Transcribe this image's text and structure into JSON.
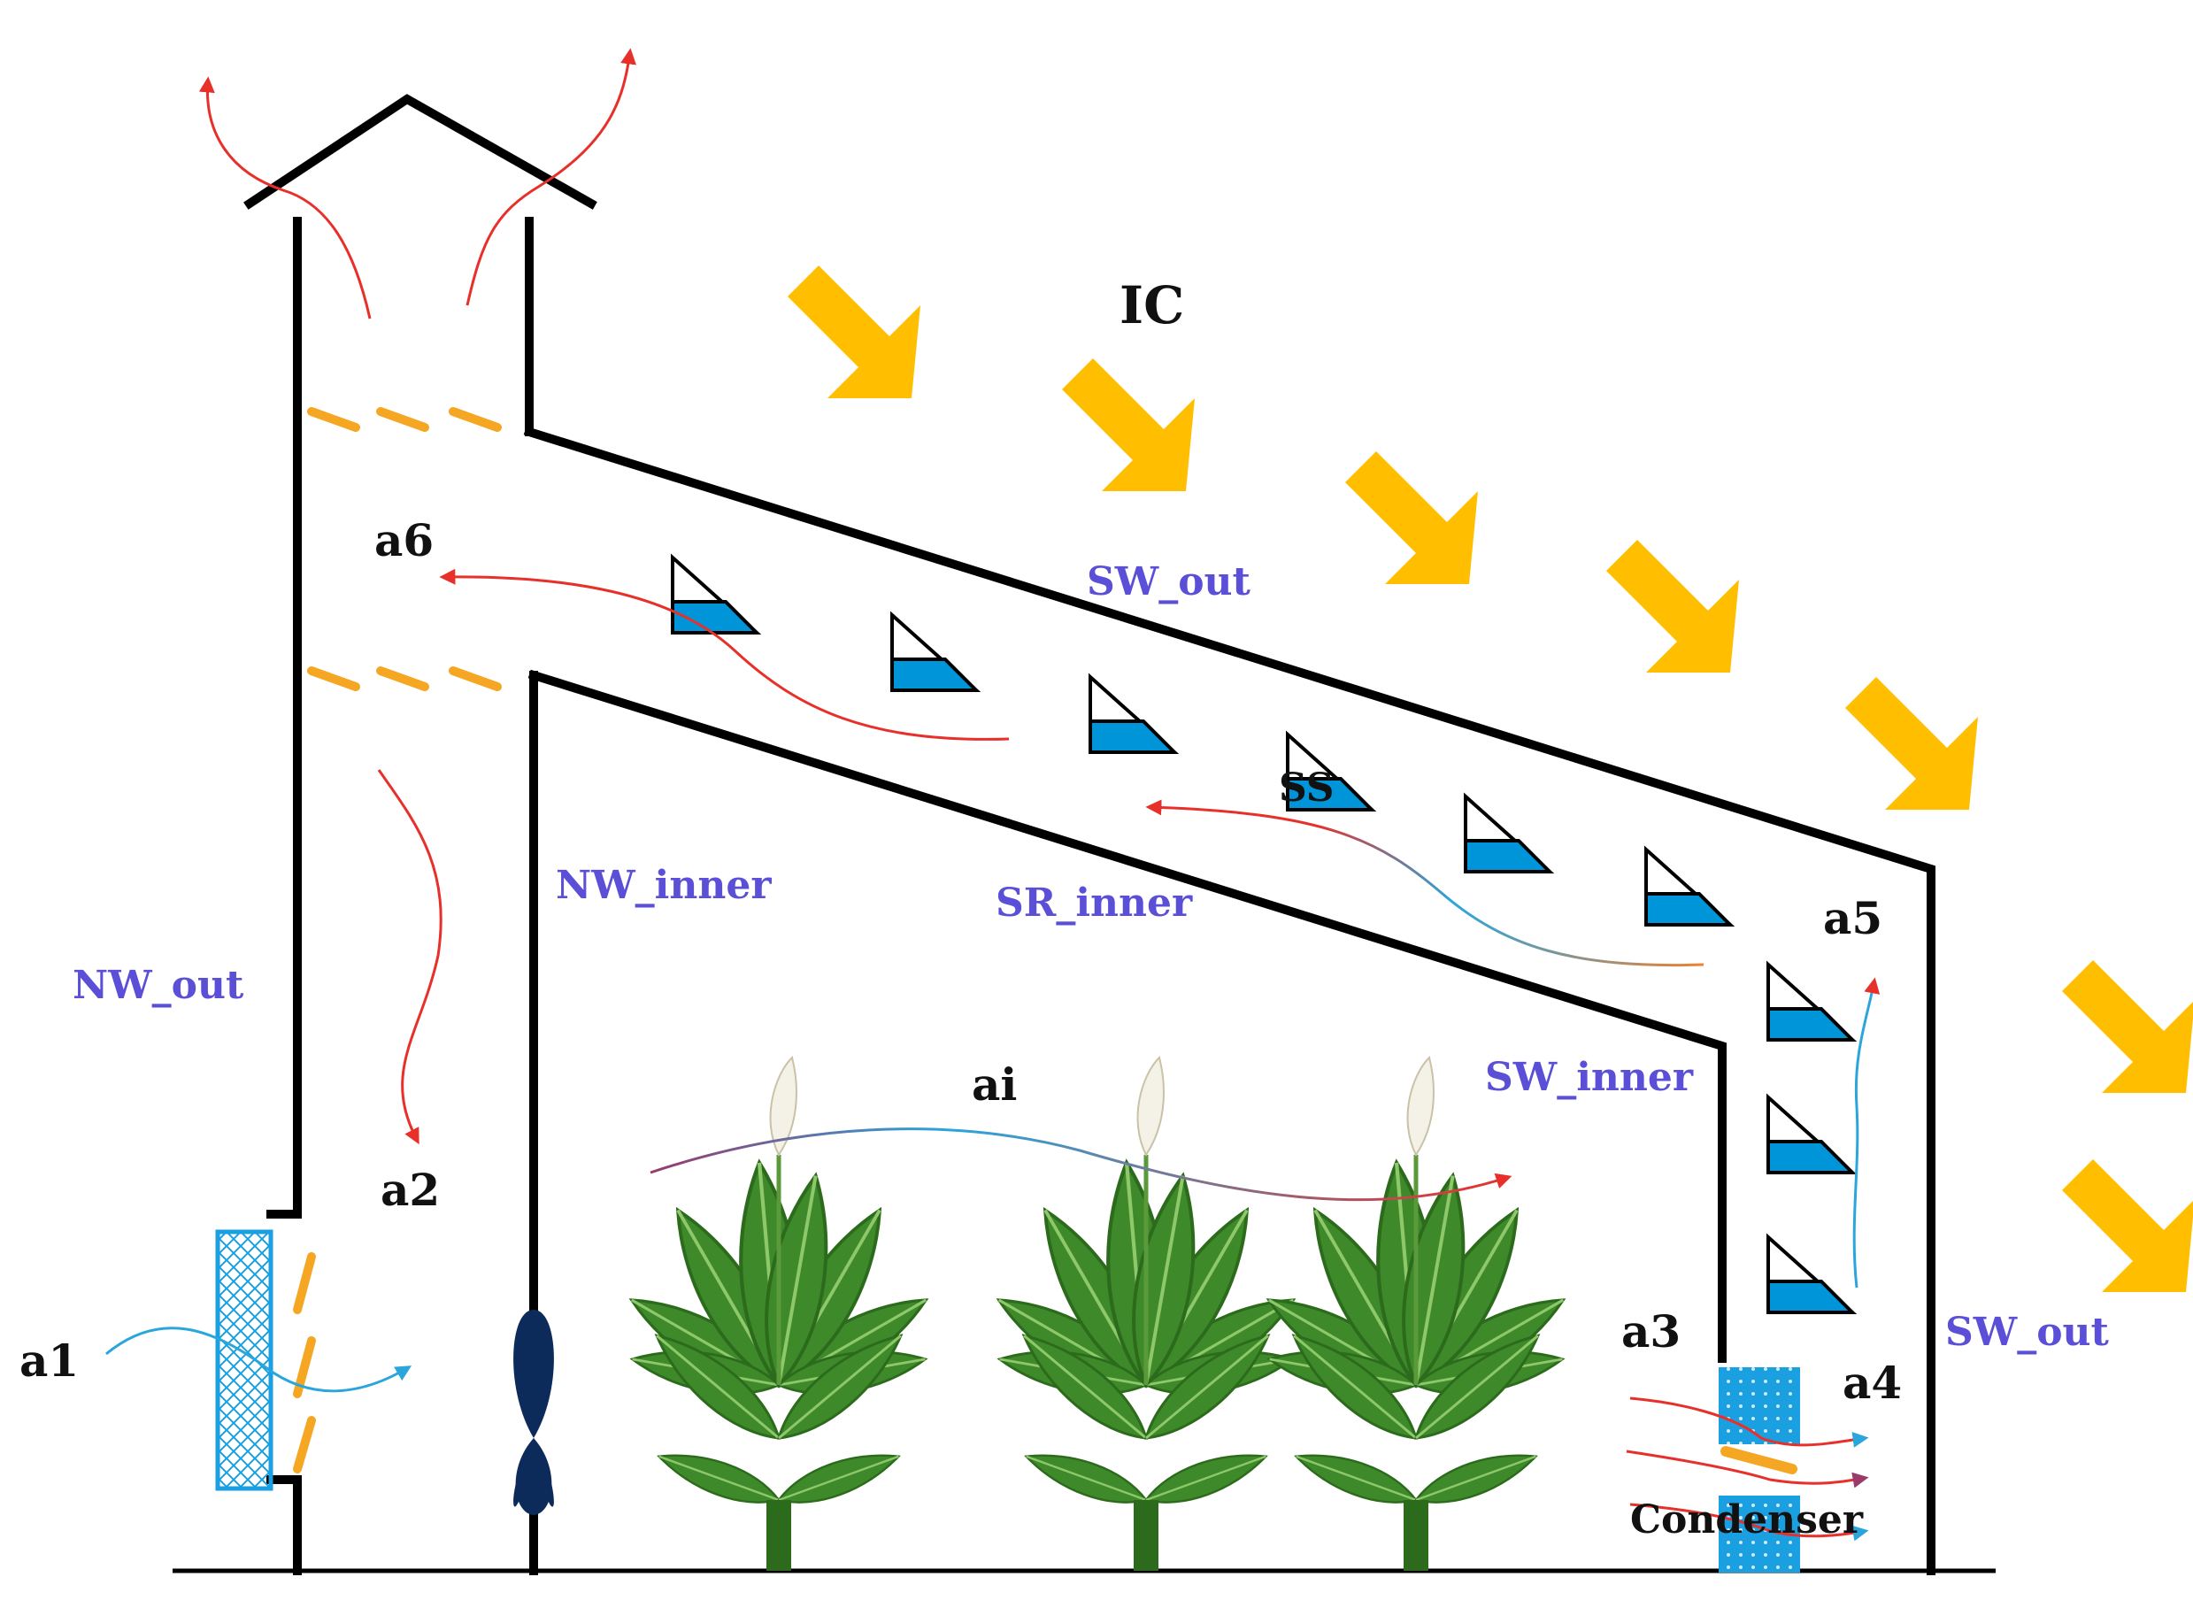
{
  "labels": {
    "ic": "IC",
    "a1": "a1",
    "a2": "a2",
    "a3": "a3",
    "a4": "a4",
    "a5": "a5",
    "a6": "a6",
    "ai": "ai",
    "ss": "SS",
    "condenser": "Condenser",
    "nw_out": "NW_out",
    "nw_inner": "NW_inner",
    "sr_inner": "SR_inner",
    "sw_out_top": "SW_out",
    "sw_out_right": "SW_out",
    "sw_inner": "SW_inner"
  },
  "colors": {
    "sun_arrow": "#ffbf00",
    "water": "#0094d8",
    "pad_blue": "#1aa0e0",
    "hot_air": "#e8302a",
    "cool_air": "#2aa6dc",
    "label_blue": "#5a4fd6",
    "damper": "#f5a623",
    "fan": "#0d2b5a",
    "leaf": "#3e8a2a"
  }
}
